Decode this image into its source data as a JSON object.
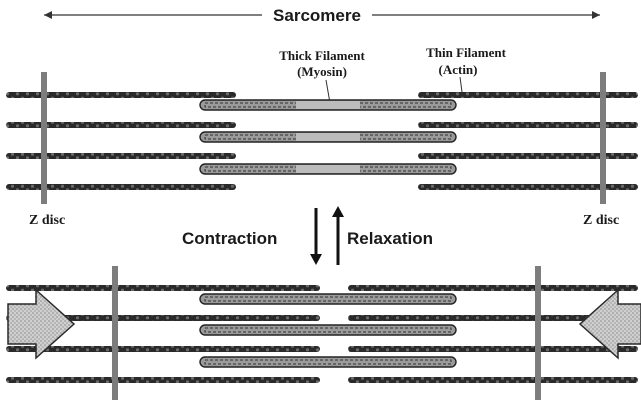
{
  "labels": {
    "sarcomere": "Sarcomere",
    "thick_filament_line1": "Thick Filament",
    "thick_filament_line2": "(Myosin)",
    "thin_filament_line1": "Thin Filament",
    "thin_filament_line2": "(Actin)",
    "z_disc_left": "Z disc",
    "z_disc_right": "Z disc",
    "contraction": "Contraction",
    "relaxation": "Relaxation"
  },
  "states": [
    "relaxed",
    "contracted"
  ],
  "colors": {
    "ink": "#1a1a1a",
    "disc": "#7d7d7d",
    "thick_fill": "#9a9a9a",
    "arrow_fill": "#bdbdbd"
  },
  "icons": {
    "left_force_arrow": "arrow-right-icon",
    "right_force_arrow": "arrow-left-icon",
    "contraction_arrow": "arrow-down-icon",
    "relaxation_arrow": "arrow-up-icon"
  }
}
